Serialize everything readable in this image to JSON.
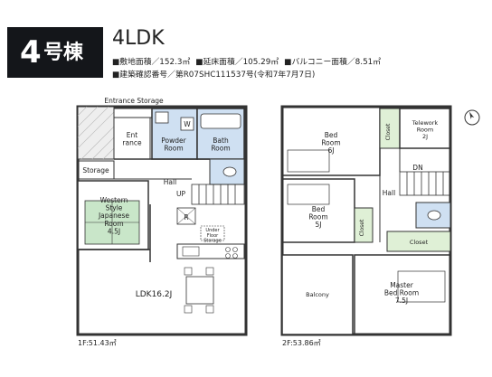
{
  "header": {
    "badge_number": "4",
    "badge_suffix": "号棟",
    "plan_type": "4LDK"
  },
  "specs": {
    "row1": [
      {
        "label": "■敷地面積／",
        "value": "152.3㎡"
      },
      {
        "label": "■延床面積／",
        "value": "105.29㎡"
      },
      {
        "label": "■バルコニー面積／",
        "value": "8.51㎡"
      }
    ],
    "row2": [
      {
        "label": "■建築確認番号／",
        "value": "第R07SHC111537号(令和7年7月7日)"
      }
    ]
  },
  "floor1": {
    "area_label": "1F:51.43㎡",
    "rooms": {
      "entrance_storage": "Entrance Storage",
      "entrance": "Ent\nrance",
      "powder": "Powder\nRoom",
      "w": "W",
      "bath": "Bath\nRoom",
      "storage": "Storage",
      "hall": "Hall",
      "up": "UP",
      "western": "Western\nStyle\nJapanese\nRoom\n4.5J",
      "r": "R",
      "under_floor": "Under\nFloor\nStorage",
      "ldk": "LDK16.2J"
    }
  },
  "floor2": {
    "area_label": "2F:53.86㎡",
    "rooms": {
      "bed1": "Bed\nRoom\n6J",
      "closet1": "Closet",
      "telework": "Telework\nRoom\n2J",
      "dn": "DN",
      "hall": "Hall",
      "bed2": "Bed\nRoom\n5J",
      "closet2": "Closet",
      "closet3": "Closet",
      "balcony": "Balcony",
      "master": "Master\nBed Room\n7.5J"
    }
  },
  "colors": {
    "badge_bg": "#14161a",
    "wet_area": "#cfe0f2",
    "tatami": "#c9e6c9",
    "closet": "#dff0d6",
    "wall": "#333333"
  },
  "icons": [
    "compass-north-icon",
    "toilet-icon",
    "stairs-icon",
    "stove-icon",
    "sink-icon"
  ]
}
